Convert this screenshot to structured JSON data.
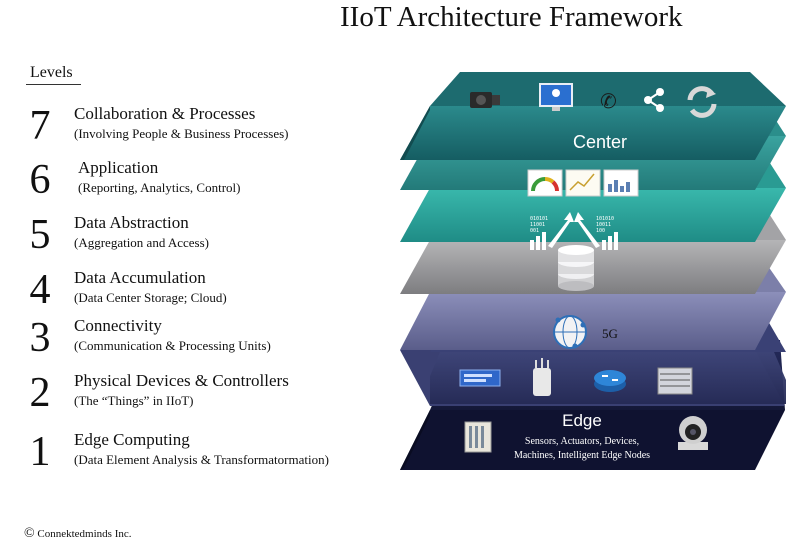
{
  "title": "IIoT Architecture Framework",
  "levels_heading": "Levels",
  "levels": [
    {
      "num": "7",
      "name": "Collaboration & Processes",
      "desc": "(Involving People & Business Processes)"
    },
    {
      "num": "6",
      "name": "Application",
      "desc": "(Reporting, Analytics, Control)"
    },
    {
      "num": "5",
      "name": "Data Abstraction",
      "desc": "(Aggregation and Access)"
    },
    {
      "num": "4",
      "name": "Data Accumulation",
      "desc": "(Data Center Storage; Cloud)"
    },
    {
      "num": "3",
      "name": "Connectivity",
      "desc": "(Communication & Processing Units)"
    },
    {
      "num": "2",
      "name": "Physical Devices & Controllers",
      "desc": "(The “Things” in IIoT)"
    },
    {
      "num": "1",
      "name": "Edge Computing",
      "desc": "(Data Element Analysis & Transformatormation)"
    }
  ],
  "stack": {
    "center_label": "Center",
    "edge_label": "Edge",
    "edge_sub1": "Sensors, Actuators, Devices,",
    "edge_sub2": "Machines, Intelligent Edge Nodes",
    "connectivity_label": "5G",
    "abstraction_bits_left": [
      "010101",
      "11001",
      "001"
    ],
    "abstraction_bits_right": [
      "101010",
      "10011",
      "100"
    ]
  },
  "colors": {
    "layer7": "#1f6f73",
    "layer6": "#2c8c8a",
    "layer5": "#2aa39a",
    "layer4": "#8e8e90",
    "layer3": "#6b6e9a",
    "layer2": "#2e3463",
    "layer1": "#1a1f4a"
  },
  "icons": [
    "video-camera-icon",
    "monitor-icon",
    "phone-icon",
    "share-icon",
    "sync-icon",
    "gauge-icon",
    "chart-icon",
    "upload-arrows-icon",
    "database-icon",
    "globe-network-icon",
    "switch-icon",
    "access-point-icon",
    "router-icon",
    "server-rack-icon",
    "plc-icon",
    "dome-camera-icon"
  ],
  "copyright": {
    "symbol": "©",
    "text": "Connektedminds Inc."
  }
}
